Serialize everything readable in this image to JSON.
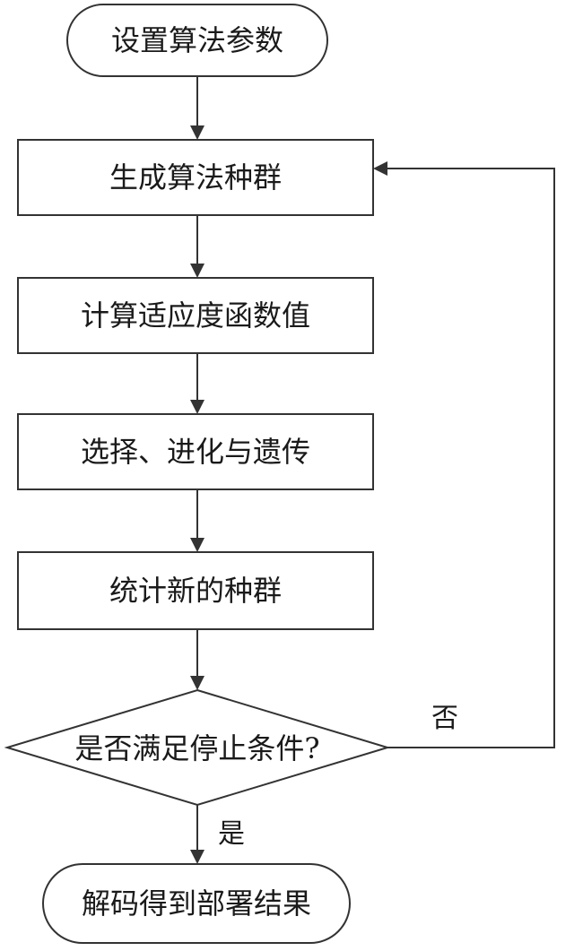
{
  "flowchart": {
    "start": "设置算法参数",
    "generate": "生成算法种群",
    "fitness": "计算适应度函数值",
    "evolve": "选择、进化与遗传",
    "statistics": "统计新的种群",
    "decision": "是否满足停止条件?",
    "end": "解码得到部署结果"
  },
  "edges": {
    "no_label": "否",
    "yes_label": "是"
  },
  "colors": {
    "stroke": "#333333",
    "text": "#1a1a1a",
    "background": "#ffffff"
  }
}
